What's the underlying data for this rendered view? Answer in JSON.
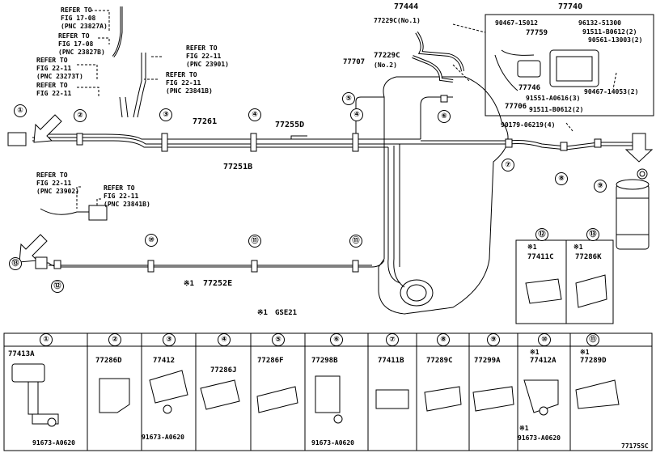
{
  "references": [
    "REFER TO\nFIG 17-08\n(PNC 23827A)",
    "REFER TO\nFIG 17-08\n(PNC 23827B)",
    "REFER TO\nFIG 22-11\n(PNC 23273T)",
    "REFER TO\nFIG 22-11",
    "REFER TO\nFIG 22-11\n(PNC 23901)",
    "REFER TO\nFIG 22-11\n(PNC 23841B)",
    "REFER TO\nFIG 22-11\n(PNC 23902)",
    "REFER TO\nFIG 22-11\n(PNC 23841B)"
  ],
  "part_numbers": {
    "p77444": "77444",
    "p77740": "77740",
    "p77229c1": "77229C(No.1)",
    "p90467_15012": "90467-15012",
    "p96132": "96132-51300",
    "p77759": "77759",
    "p91511_2a": "91511-B0612(2)",
    "p90561": "90561-13003(2)",
    "p77229c2": "77229C",
    "p77229c2b": "(No.2)",
    "p77707": "77707",
    "p77746": "77746",
    "p91551": "91551-A0616(3)",
    "p77706": "77706",
    "p90467_14053": "90467-14053(2)",
    "p91511_2b": "91511-B0612(2)",
    "p90179": "90179-06219(4)",
    "p77261": "77261",
    "p77255d": "77255D",
    "p77251b": "77251B",
    "p77252e": "77252E",
    "gse21": "GSE21",
    "p77411c": "77411C",
    "p77286k": "77286K",
    "footer_id": "77175SC"
  },
  "note_mark": "※1",
  "callouts": [
    "①",
    "②",
    "③",
    "④",
    "⑤",
    "⑥",
    "⑦",
    "⑧",
    "⑨",
    "⑩",
    "⑪",
    "⑫",
    "⑬"
  ],
  "table_cells": [
    {
      "num": "①",
      "part": "77413A",
      "bolt": "91673-A0620",
      "mark": ""
    },
    {
      "num": "②",
      "part": "77286D",
      "bolt": "",
      "mark": ""
    },
    {
      "num": "③",
      "part": "77412",
      "bolt": "91673-A0620",
      "mark": ""
    },
    {
      "num": "④",
      "part": "77286J",
      "bolt": "",
      "mark": ""
    },
    {
      "num": "⑤",
      "part": "77286F",
      "bolt": "",
      "mark": ""
    },
    {
      "num": "⑥",
      "part": "77298B",
      "bolt": "91673-A0620",
      "mark": ""
    },
    {
      "num": "⑦",
      "part": "77411B",
      "bolt": "",
      "mark": ""
    },
    {
      "num": "⑧",
      "part": "77289C",
      "bolt": "",
      "mark": ""
    },
    {
      "num": "⑨",
      "part": "77299A",
      "bolt": "",
      "mark": ""
    },
    {
      "num": "⑩",
      "part": "77412A",
      "bolt": "91673-A0620",
      "mark": "※1"
    },
    {
      "num": "⑪",
      "part": "77289D",
      "bolt": "",
      "mark": "※1"
    }
  ]
}
